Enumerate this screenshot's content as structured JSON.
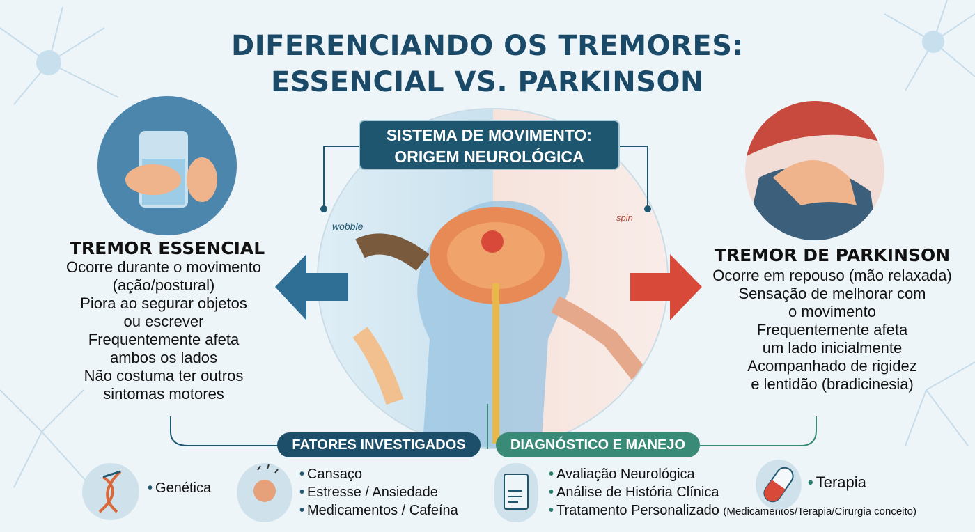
{
  "title": {
    "line1": "DIFERENCIANDO OS TREMORES:",
    "line2": "ESSENCIAL VS. PARKINSON"
  },
  "center": {
    "box_line1": "SISTEMA DE MOVIMENTO:",
    "box_line2": "ORIGEM NEUROLÓGICA",
    "label_left": "wobble",
    "label_right": "spin"
  },
  "essential": {
    "heading": "TREMOR ESSENCIAL",
    "lines": [
      "Ocorre durante o movimento",
      "(ação/postural)",
      "Piora ao segurar objetos",
      "ou escrever",
      "Frequentemente afeta",
      "ambos os lados",
      "Não costuma ter outros",
      "sintomas motores"
    ]
  },
  "parkinson": {
    "heading": "TREMOR DE PARKINSON",
    "lines": [
      "Ocorre em repouso (mão relaxada)",
      "Sensação de melhorar com",
      "o movimento",
      "Frequentemente afeta",
      "um lado inicialmente",
      "Acompanhado de rigidez",
      "e lentidão (bradicinesia)"
    ]
  },
  "bottom": {
    "factors_label": "FATORES INVESTIGADOS",
    "diagnosis_label": "DIAGNÓSTICO E MANEJO",
    "genetics": "Genética",
    "triggers": [
      "Cansaço",
      "Estresse / Ansiedade",
      "Medicamentos / Cafeína"
    ],
    "diagnosis": [
      "Avaliação Neurológica",
      "Análise de História Clínica",
      "Tratamento Personalizado"
    ],
    "therapy": "Terapia",
    "therapy_note": "(Medicamentos/Terapia/Cirurgia conceito)"
  },
  "colors": {
    "navy": "#1b4a68",
    "teal": "#1e5670",
    "green": "#3a8a78",
    "red": "#d9493a"
  }
}
